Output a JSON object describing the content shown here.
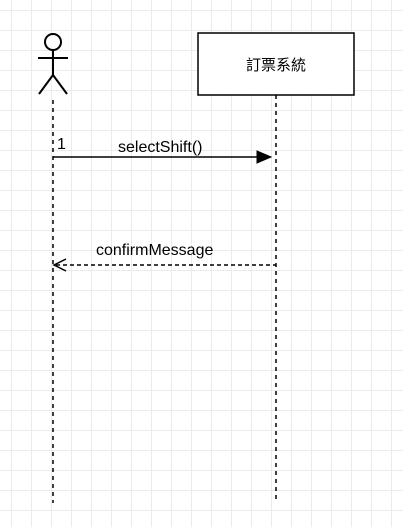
{
  "diagram": {
    "type": "sequence",
    "participant": {
      "label": "訂票系統"
    },
    "messages": [
      {
        "number": "1",
        "label": "selectShift()",
        "style": "solid",
        "direction": "actor-to-system"
      },
      {
        "label": "confirmMessage",
        "style": "dashed",
        "direction": "system-to-actor"
      }
    ]
  }
}
